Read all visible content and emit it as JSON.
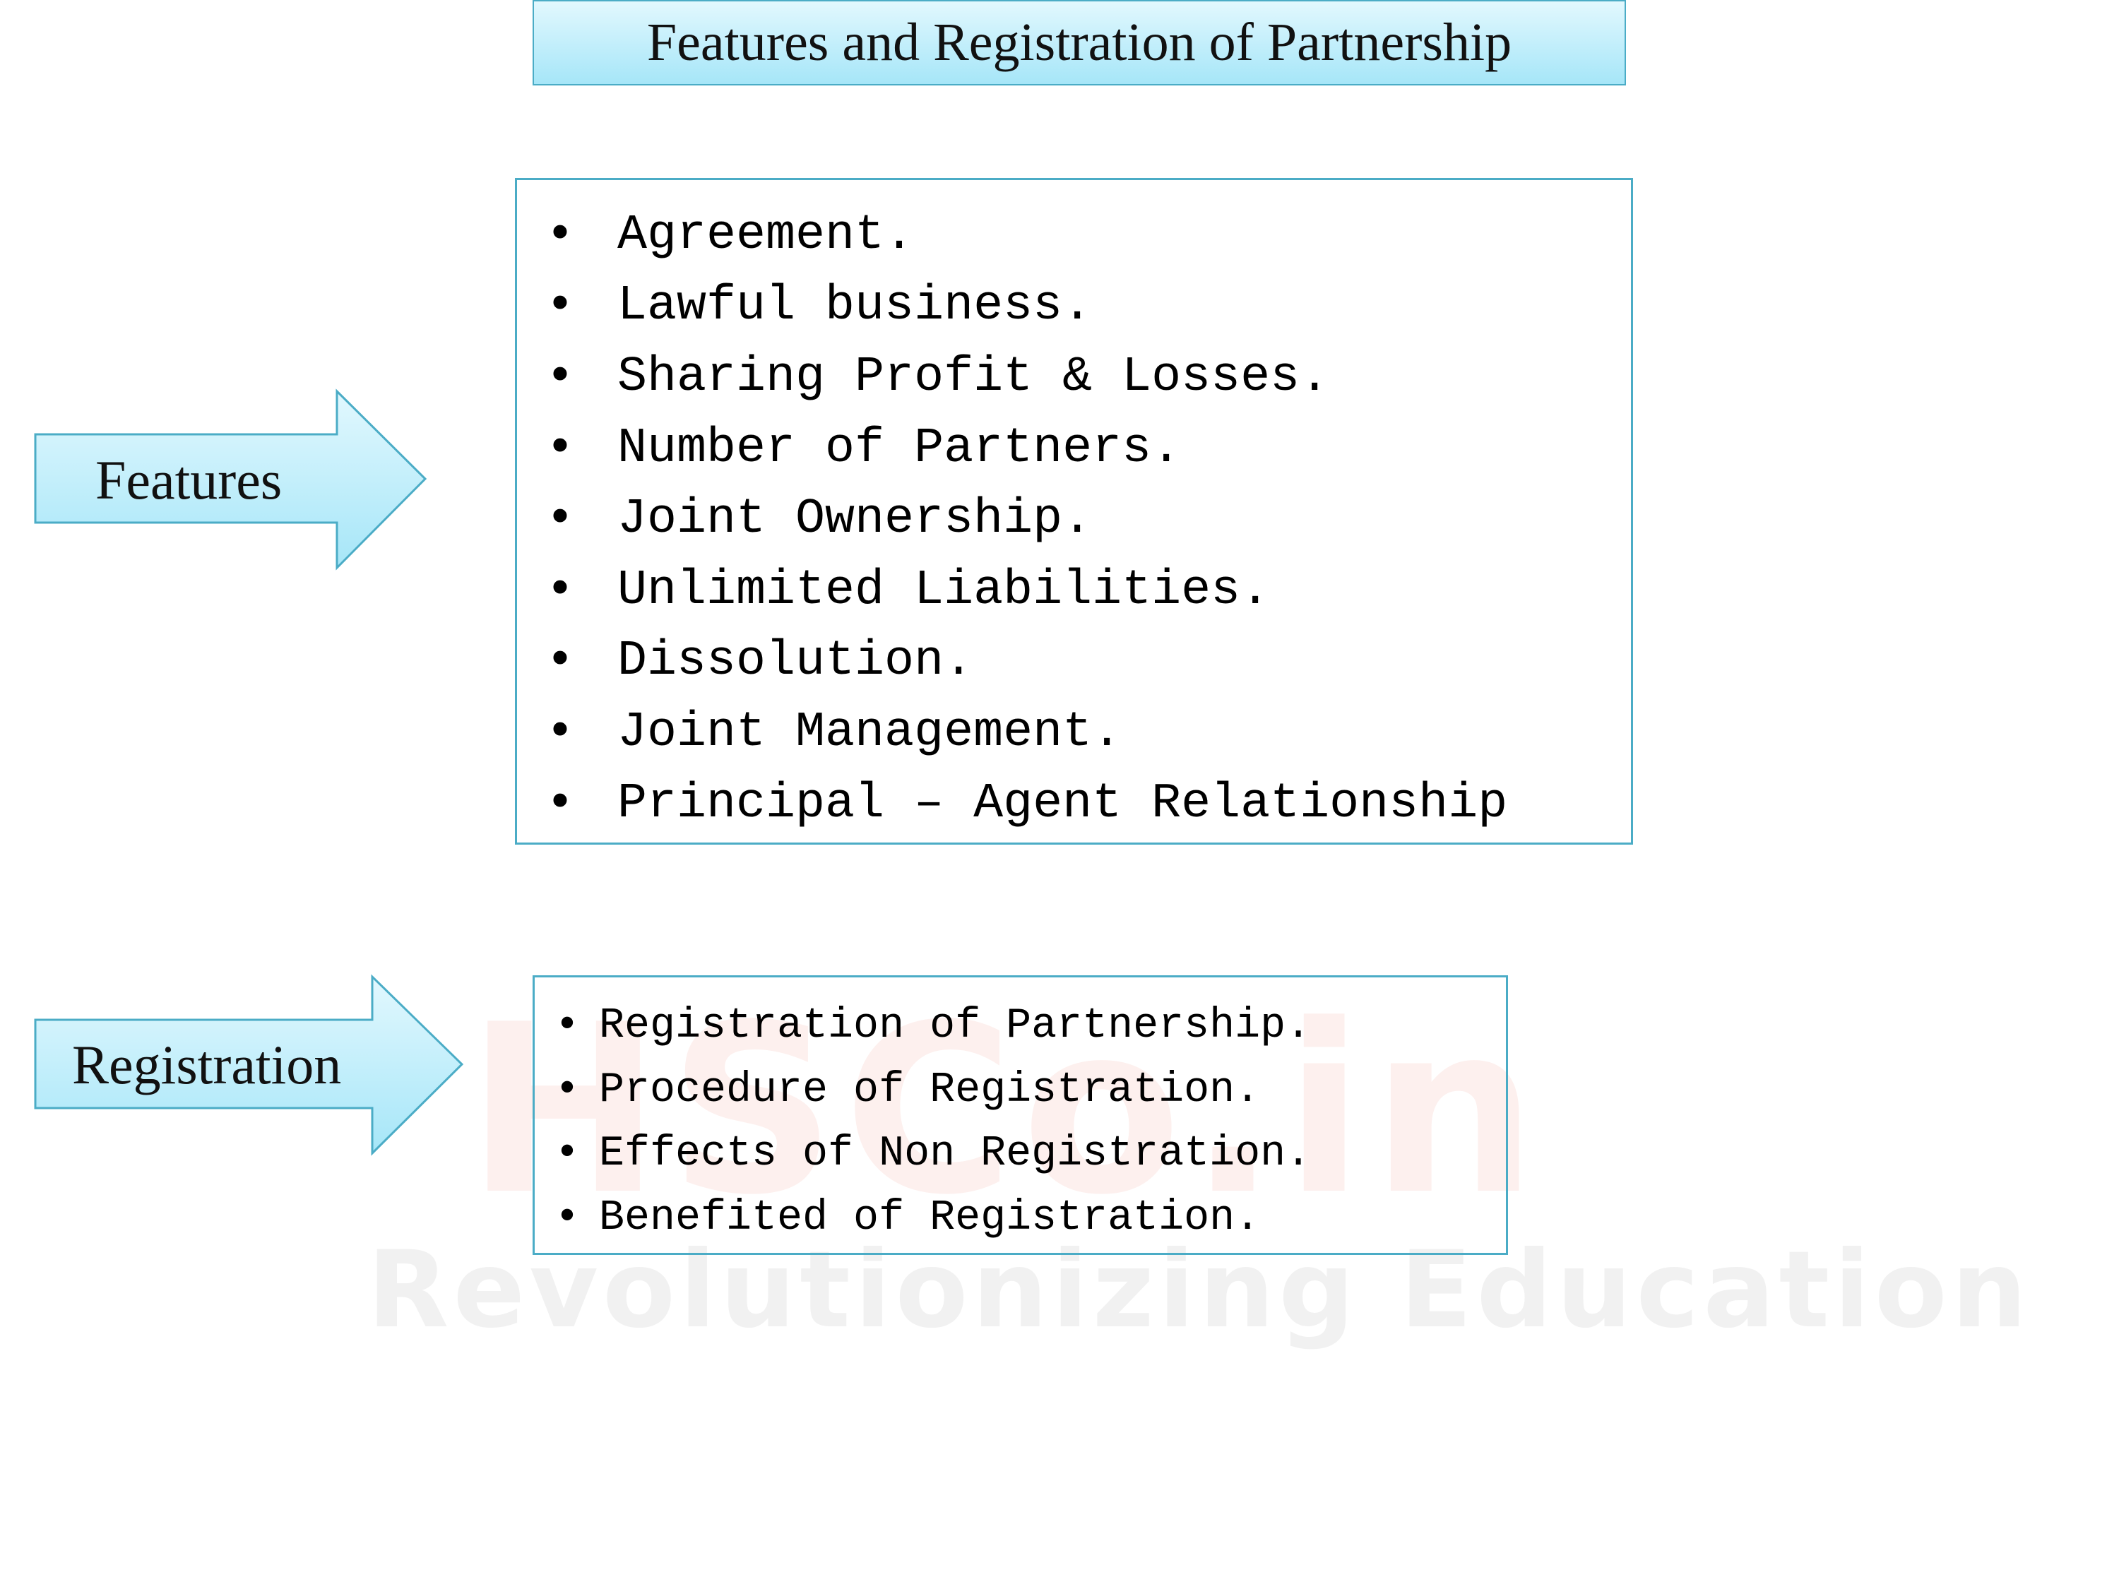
{
  "title": "Features and Registration of Partnership",
  "watermark": {
    "brand": "HSCo.in",
    "tagline": "Revolutionizing Education"
  },
  "features": {
    "label": "Features",
    "bullet": "•",
    "items": [
      "Agreement.",
      "Lawful business.",
      "Sharing Profit & Losses.",
      "Number of Partners.",
      "Joint Ownership.",
      "Unlimited Liabilities.",
      "Dissolution.",
      "Joint Management.",
      "Principal – Agent Relationship"
    ]
  },
  "registration": {
    "label": "Registration",
    "bullet": "•",
    "items": [
      "Registration of Partnership.",
      "Procedure of Registration.",
      "Effects of Non Registration.",
      "Benefited of Registration."
    ]
  },
  "colors": {
    "border": "#4bacc6",
    "fill_top": "#e2f8fe",
    "fill_bottom": "#a6e6f8"
  }
}
